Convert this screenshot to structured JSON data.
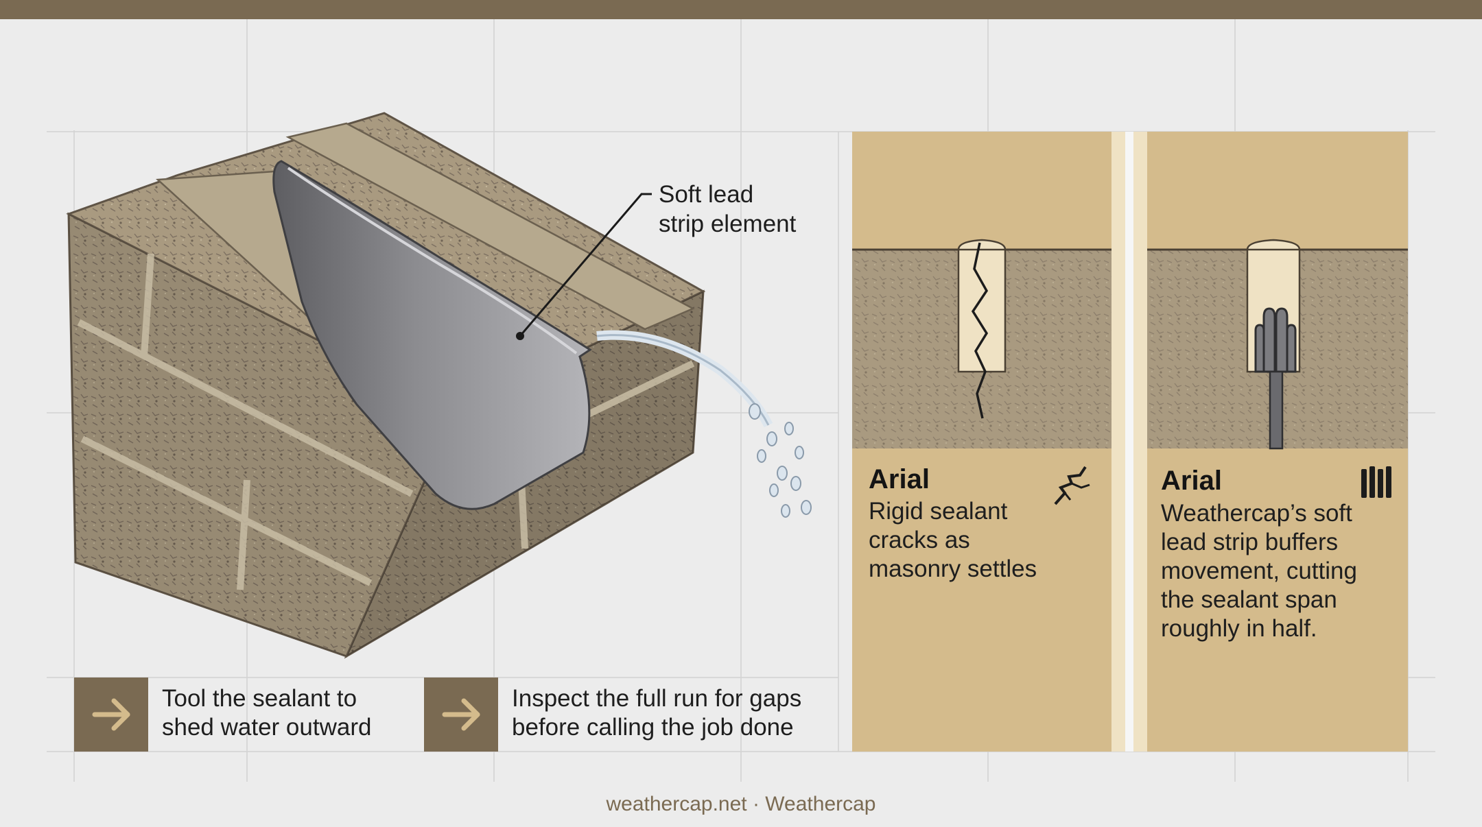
{
  "callout": {
    "label": "Soft lead\nstrip element"
  },
  "panels": [
    {
      "title": "Arial",
      "body": "Rigid sealant\ncracks as\nmasonry settles",
      "icon": "broken-crack-icon"
    },
    {
      "title": "Arial",
      "body": "Weathercap’s soft\nlead strip buffers\nmovement, cutting\nthe sealant span\nroughly in half.",
      "icon": "lead-strip-icon"
    }
  ],
  "steps": [
    {
      "text": "Tool the sealant to\nshed water outward",
      "icon": "arrow-right-icon"
    },
    {
      "text": "Inspect the full run for gaps\nbefore calling the job done",
      "icon": "arrow-right-icon"
    }
  ],
  "footer": {
    "text": "weathercap.net · Weathercap"
  },
  "colors": {
    "accent": "#7a6a52",
    "panel": "#d4bb8c",
    "sealant": "#efe2c4",
    "lead": "#7c7c80",
    "stone": "#a99a80"
  }
}
